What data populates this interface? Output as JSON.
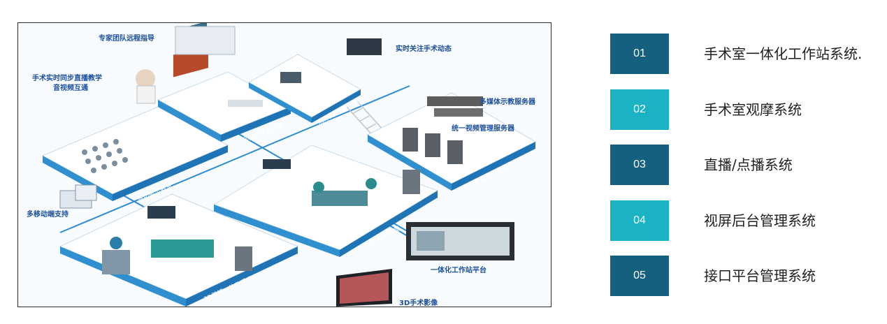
{
  "diagram": {
    "labels": {
      "expert_guidance": "专家团队远程指导",
      "live_teaching_1": "手术实时同步直播教学",
      "live_teaching_2": "音视频互通",
      "realtime_attention": "实时关注手术动态",
      "media_server": "多媒体示教服务器",
      "video_server": "统一视频管理服务器",
      "mobile_support": "多移动端支持",
      "workstation_platform": "一体化工作站平台",
      "surgery_3d_image": "3D手术影像"
    },
    "floor_labels": {
      "teaching_room": "多功能示教室",
      "consult_room": "远程专家会诊室",
      "observation_room": "观摩/示教会议室",
      "data_center": "数据中心机房",
      "digital_or": "数字化手术室",
      "or_3d": "3D腔镜一体化手术室"
    }
  },
  "systems": [
    {
      "num": "01",
      "label": "手术室一体化工作站系统.",
      "tone": "dark"
    },
    {
      "num": "02",
      "label": "手术室观摩系统",
      "tone": "light"
    },
    {
      "num": "03",
      "label": "直播/点播系统",
      "tone": "dark"
    },
    {
      "num": "04",
      "label": "视屏后台管理系统",
      "tone": "light"
    },
    {
      "num": "05",
      "label": "接口平台管理系统",
      "tone": "dark"
    }
  ],
  "colors": {
    "dark": "#15607e",
    "light": "#1bb2c3",
    "floor": "#2f8fcf"
  }
}
